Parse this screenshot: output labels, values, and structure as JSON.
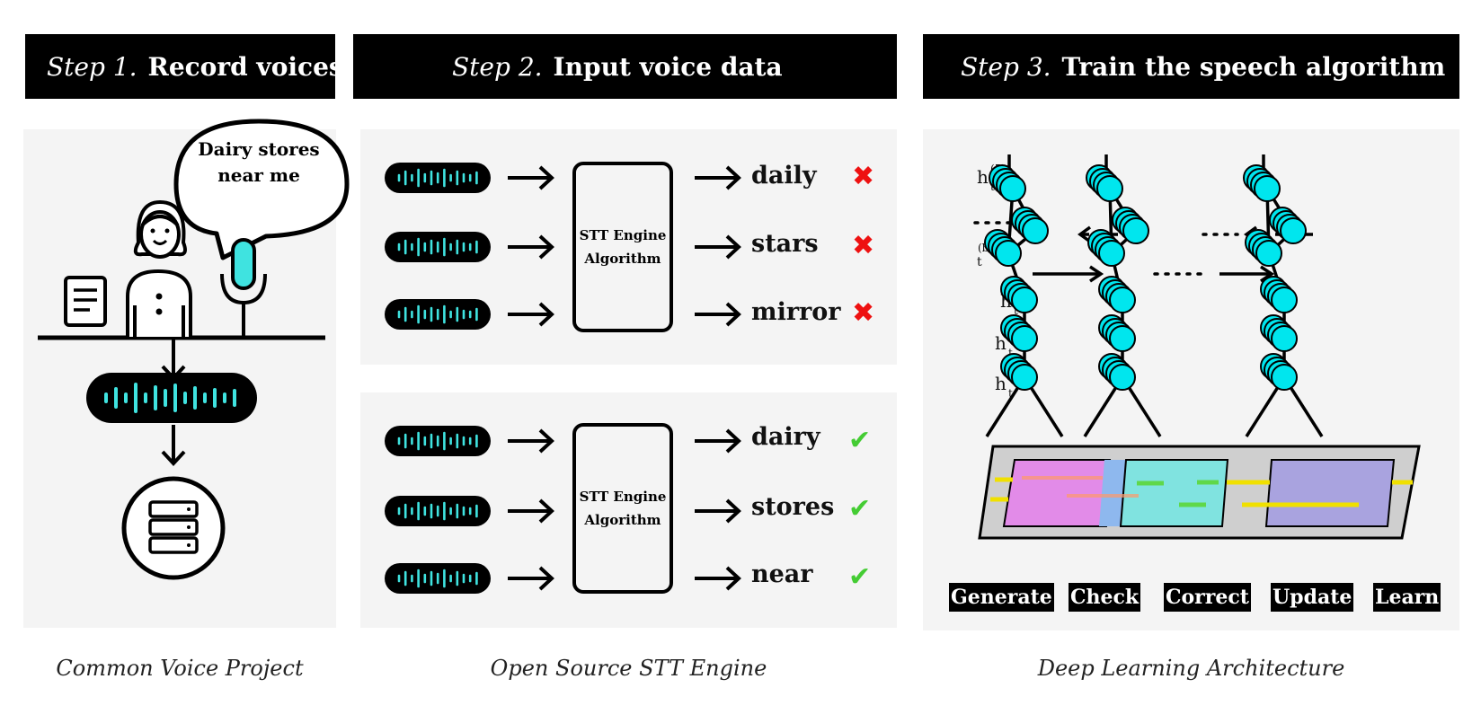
{
  "steps": [
    {
      "number": "Step 1.",
      "title": "Record voices",
      "caption": "Common Voice Project"
    },
    {
      "number": "Step 2.",
      "title": "Input voice data",
      "caption": "Open Source STT Engine"
    },
    {
      "number": "Step 3.",
      "title": "Train the speech algorithm",
      "caption": "Deep Learning Architecture"
    }
  ],
  "step1": {
    "speech_bubble_line1": "Dairy stores",
    "speech_bubble_line2": "near me"
  },
  "step2": {
    "engine_label_line1": "STT Engine",
    "engine_label_line2": "Algorithm",
    "wrong_outputs": [
      "daily",
      "stars",
      "mirror"
    ],
    "right_outputs": [
      "dairy",
      "stores",
      "near"
    ],
    "wrong_mark": "✖",
    "right_mark": "✔"
  },
  "step3": {
    "hidden_labels": [
      "h",
      "t",
      "h",
      "h",
      "h"
    ],
    "actions": [
      "Generate",
      "Check",
      "Correct",
      "Update",
      "Learn"
    ]
  },
  "colors": {
    "accent_cyan": "#00e6ee",
    "wave_cyan": "#3fe3e0",
    "wrong_red": "#ee1111",
    "right_green": "#44cc33",
    "panel_bg": "#f4f4f4"
  },
  "icons": [
    "document-icon",
    "person-icon",
    "microphone-icon",
    "sound-wave-icon",
    "database-server-icon",
    "arrow-right-icon",
    "cross-icon",
    "check-icon"
  ]
}
